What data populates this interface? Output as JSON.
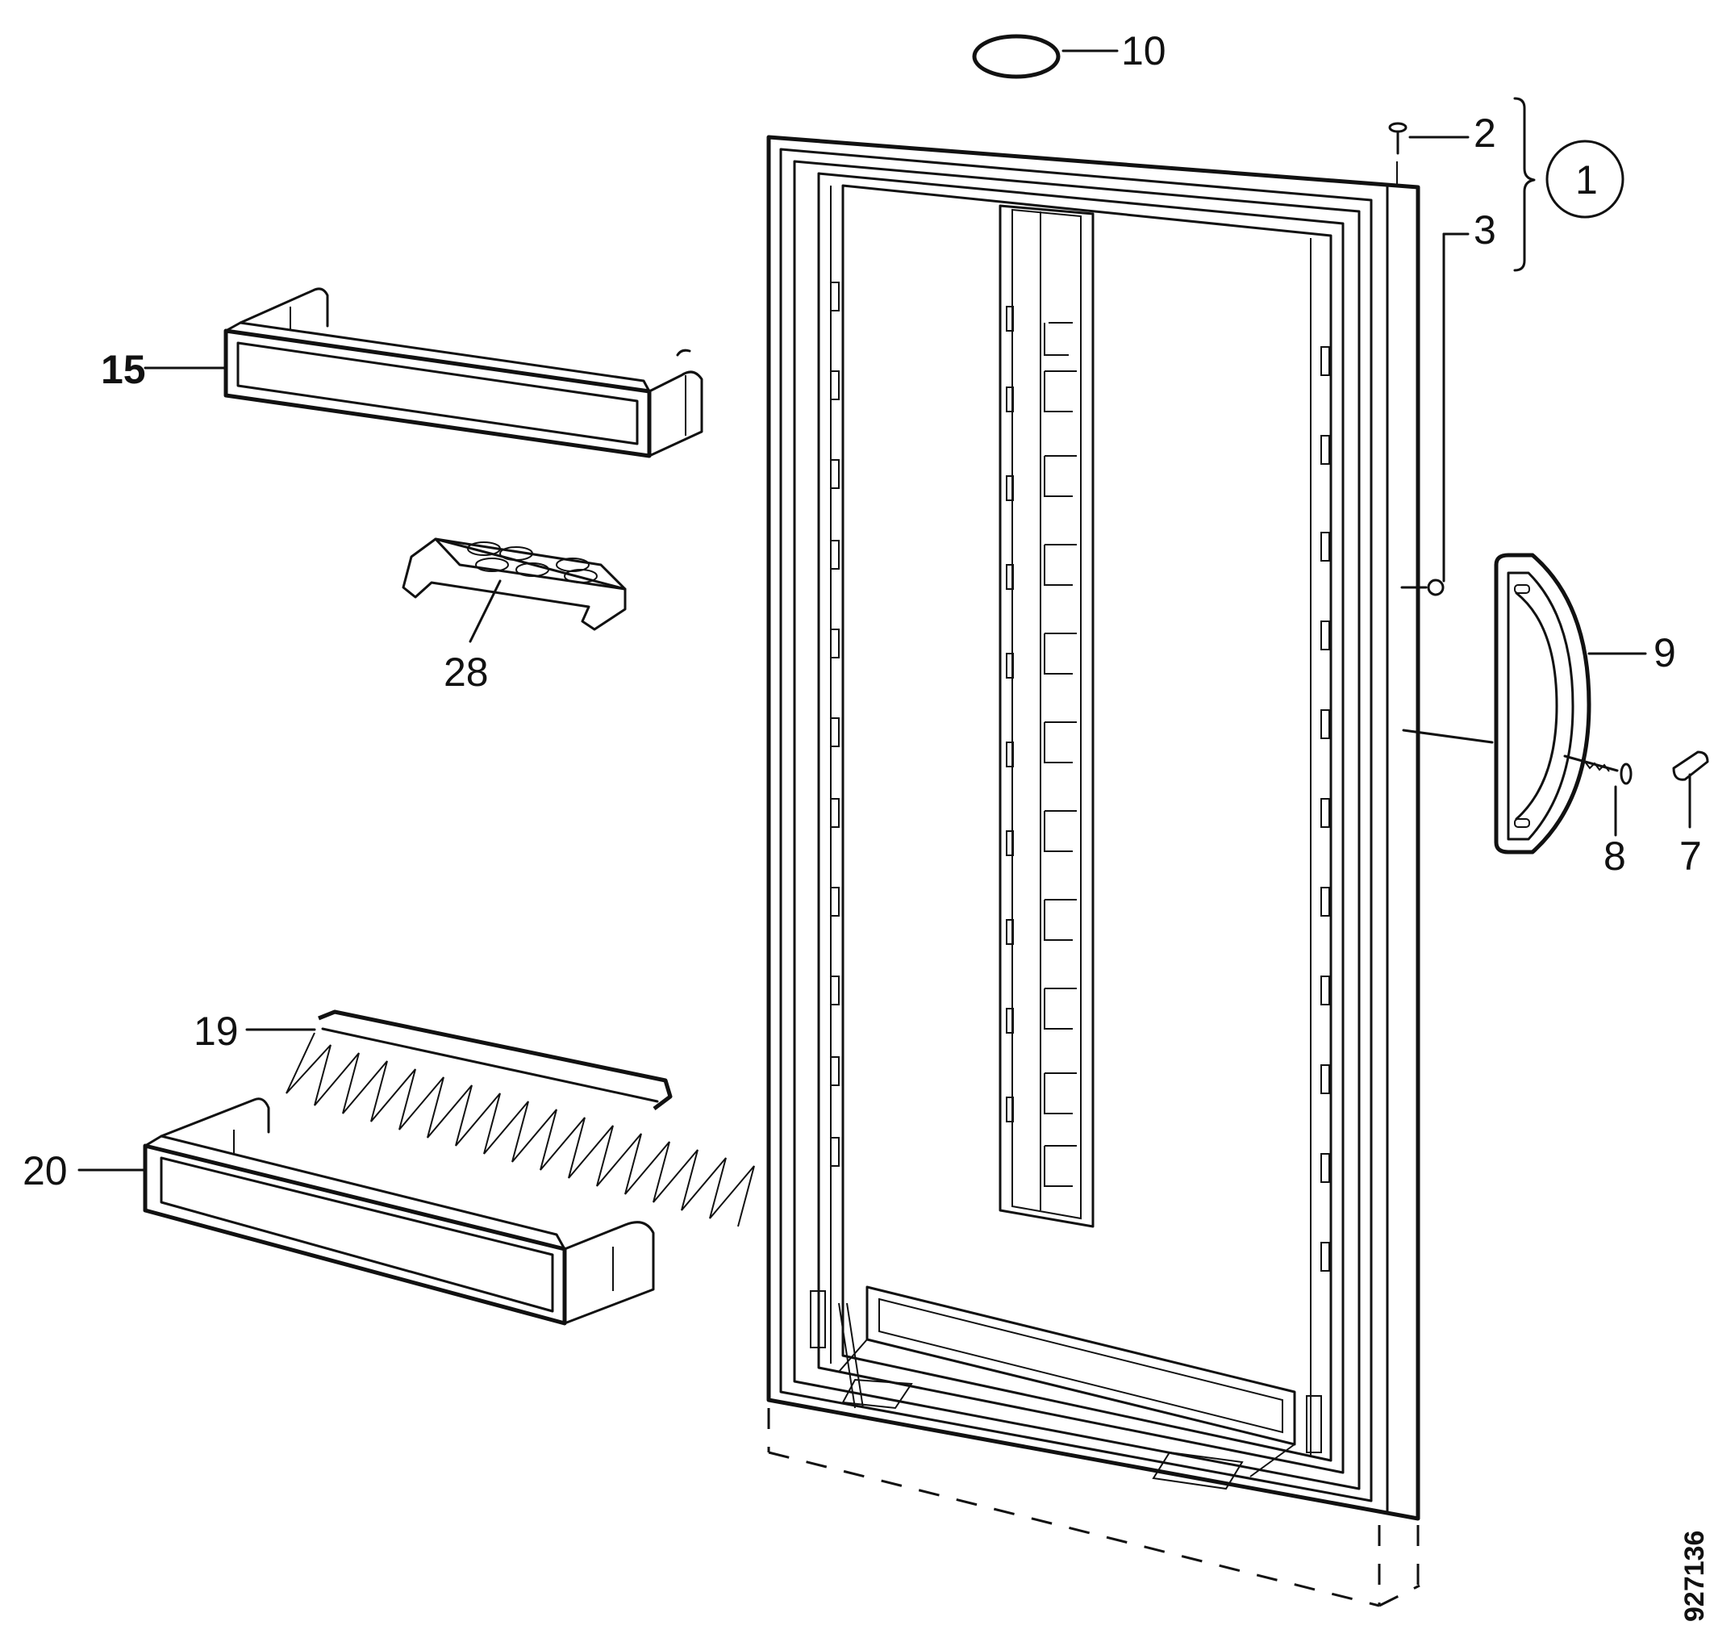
{
  "diagram": {
    "callouts": {
      "c1": "1",
      "c2": "2",
      "c3": "3",
      "c7": "7",
      "c8": "8",
      "c9": "9",
      "c10": "10",
      "c15": "15",
      "c19": "19",
      "c20": "20",
      "c28": "28"
    },
    "drawing_number": "927136"
  }
}
